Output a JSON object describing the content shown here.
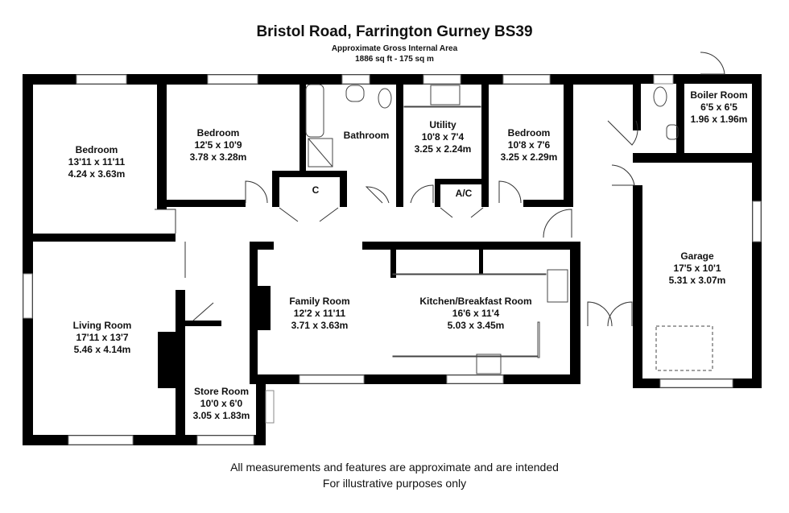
{
  "header": {
    "title": "Bristol Road, Farrington Gurney BS39",
    "area_label": "Approximate Gross Internal Area",
    "area_value": "1886 sq ft - 175 sq m"
  },
  "rooms": {
    "bedroom1": {
      "name": "Bedroom",
      "imperial": "13'11 x 11'11",
      "metric": "4.24 x 3.63m"
    },
    "bedroom2": {
      "name": "Bedroom",
      "imperial": "12'5 x 10'9",
      "metric": "3.78 x 3.28m"
    },
    "bathroom": {
      "name": "Bathroom"
    },
    "utility": {
      "name": "Utility",
      "imperial": "10'8 x 7'4",
      "metric": "3.25 x 2.24m"
    },
    "bedroom3": {
      "name": "Bedroom",
      "imperial": "10'8 x 7'6",
      "metric": "3.25 x 2.29m"
    },
    "boiler": {
      "name": "Boiler Room",
      "imperial": "6'5 x 6'5",
      "metric": "1.96 x 1.96m"
    },
    "cupboard1": {
      "name": "C"
    },
    "cupboard2": {
      "name": "A/C"
    },
    "garage": {
      "name": "Garage",
      "imperial": "17'5 x 10'1",
      "metric": "5.31 x 3.07m"
    },
    "living": {
      "name": "Living Room",
      "imperial": "17'11 x 13'7",
      "metric": "5.46 x 4.14m"
    },
    "family": {
      "name": "Family Room",
      "imperial": "12'2 x 11'11",
      "metric": "3.71 x 3.63m"
    },
    "kitchen": {
      "name": "Kitchen/Breakfast Room",
      "imperial": "16'6 x 11'4",
      "metric": "5.03 x 3.45m"
    },
    "store": {
      "name": "Store Room",
      "imperial": "10'0 x 6'0",
      "metric": "3.05 x 1.83m"
    }
  },
  "footer": {
    "line1": "All measurements and features are approximate and are intended",
    "line2": "For illustrative purposes only"
  }
}
